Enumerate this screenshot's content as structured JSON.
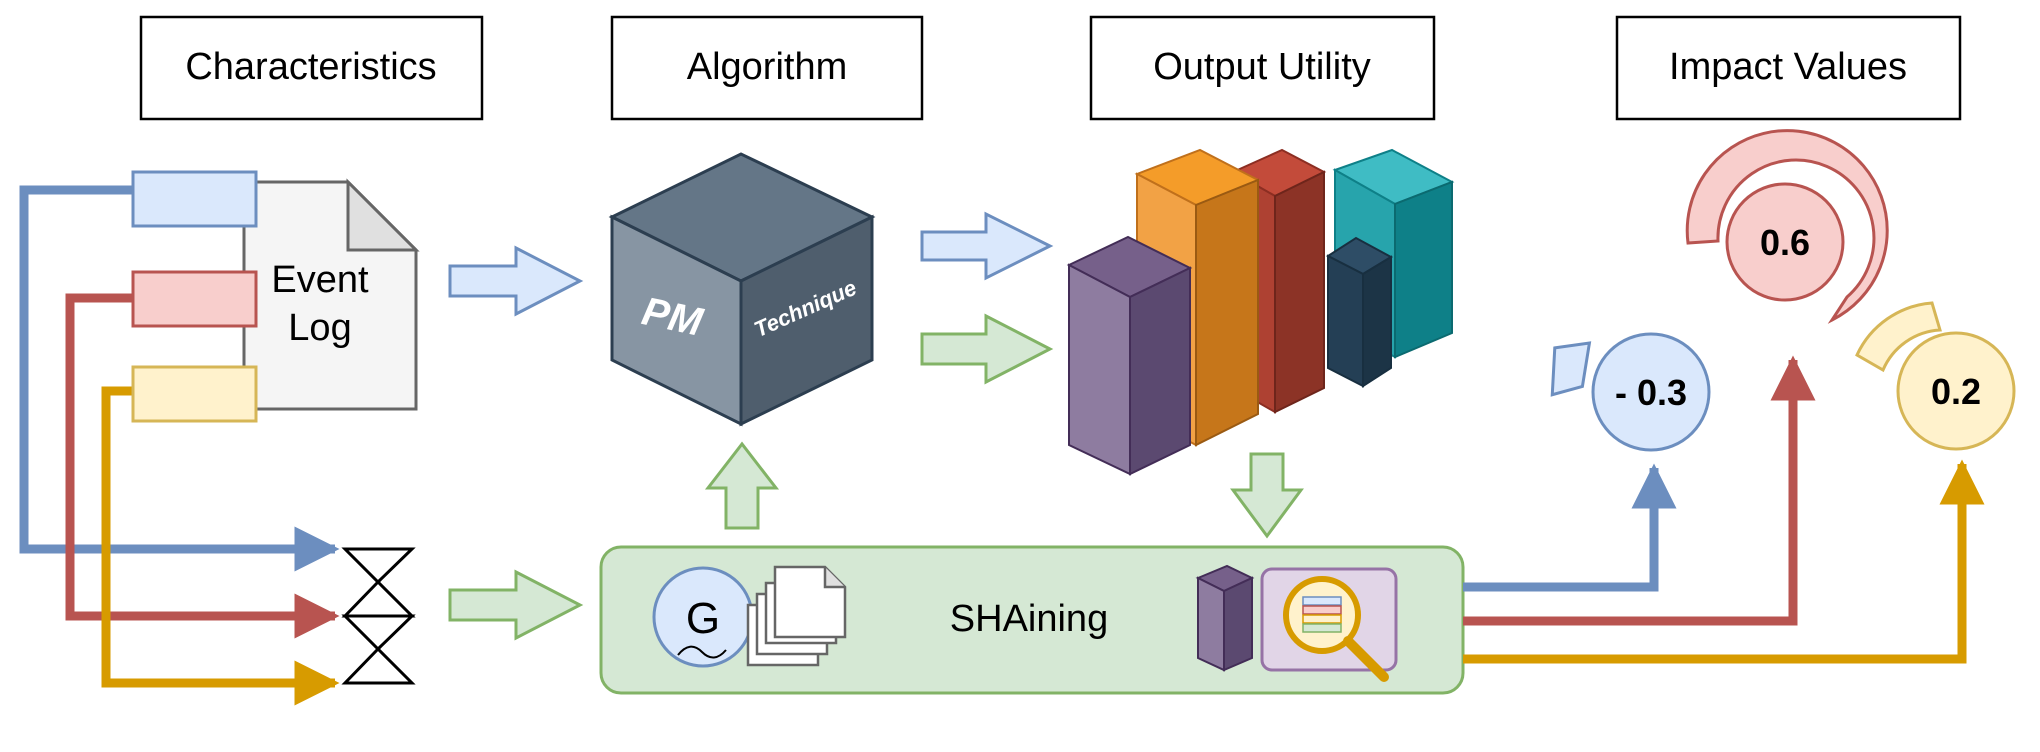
{
  "headers": {
    "characteristics": "Characteristics",
    "algorithm": "Algorithm",
    "output_utility": "Output Utility",
    "impact_values": "Impact Values"
  },
  "event_log": {
    "line1": "Event",
    "line2": "Log"
  },
  "cube": {
    "front": "PM",
    "side": "Technique"
  },
  "shaining": {
    "label": "SHAining",
    "g_symbol": "G"
  },
  "impacts": [
    {
      "value": "- 0.3",
      "color": "#6c8ebf",
      "fill": "#dae8fc"
    },
    {
      "value": "0.6",
      "color": "#b85450",
      "fill": "#f8cecc"
    },
    {
      "value": "0.2",
      "color": "#d6b656",
      "fill": "#fff2cc"
    }
  ],
  "colors": {
    "blue_line": "#6c8ebf",
    "red_line": "#b85450",
    "yellow_line": "#d79b00",
    "green_arrow_fill": "#d5e8d4",
    "green_arrow_stroke": "#82b366",
    "blue_arrow_fill": "#dae8fc"
  }
}
